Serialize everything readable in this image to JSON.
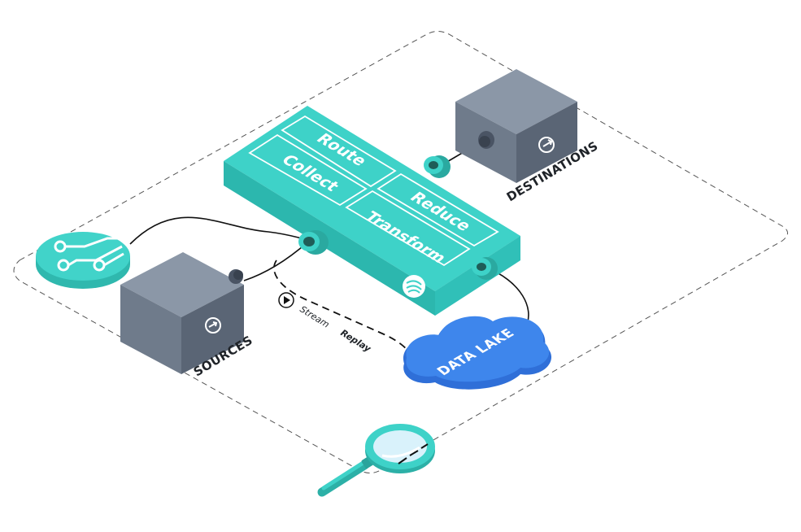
{
  "diagram": {
    "operations": {
      "route": "Route",
      "collect": "Collect",
      "reduce": "Reduce",
      "transform": "Transform"
    },
    "labels": {
      "sources": "SOURCES",
      "destinations": "DESTINATIONS",
      "data_lake": "DATA LAKE",
      "stream": "Stream",
      "replay": "Replay"
    },
    "colors": {
      "teal": "#3dd1c8",
      "teal_dark": "#28b3aa",
      "teal_side": "#2fc2b9",
      "box_top": "#8c98a8",
      "box_front": "#6d7989",
      "box_side": "#5b6676",
      "lake_blue": "#2f6fd8",
      "lake_light": "#3e86ec"
    },
    "icons": {
      "sources_box": "arrow-right-circle-icon",
      "destinations_box": "export-circle-icon",
      "hub": "network-nodes-icon",
      "pipeline_logo": "logo-icon",
      "search": "magnifying-glass-icon",
      "replay": "play-icon"
    }
  }
}
